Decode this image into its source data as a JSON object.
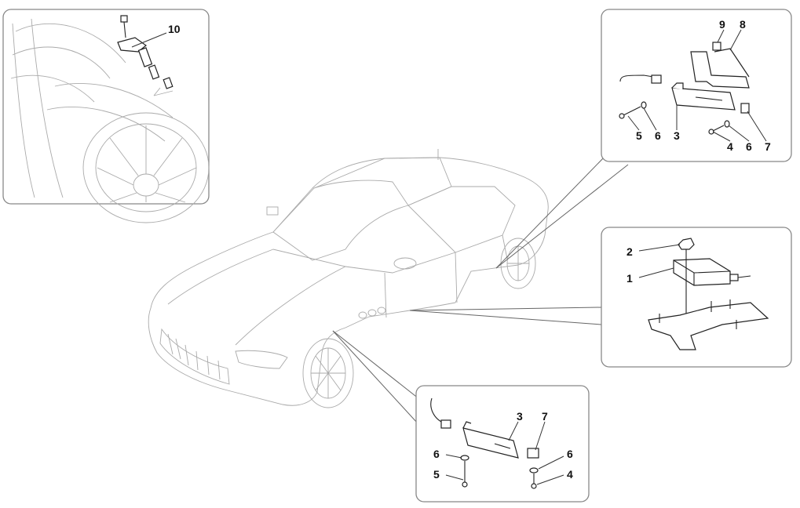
{
  "panels": {
    "wheel_sensor": {
      "labels": {
        "valve_sensor": "10"
      }
    },
    "rear_antenna": {
      "labels": {
        "bracket_nut": "9",
        "bracket": "8",
        "antenna": "3",
        "screw": "5",
        "washer_left": "6",
        "washer_right": "6",
        "screw_right": "4",
        "clip": "7"
      }
    },
    "control_unit": {
      "labels": {
        "nut": "2",
        "ecu": "1"
      }
    },
    "front_antenna": {
      "labels": {
        "antenna": "3",
        "clip": "7",
        "washer_left": "6",
        "screw_left": "5",
        "washer_right": "6",
        "screw_right": "4"
      }
    }
  }
}
